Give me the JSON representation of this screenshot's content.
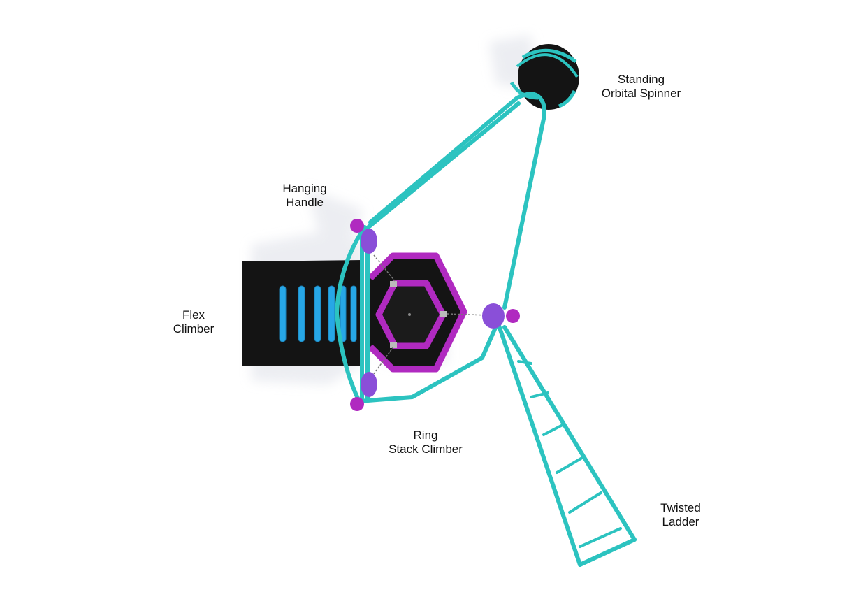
{
  "colors": {
    "teal": "#2cc3c0",
    "teal_dark": "#1a9c9a",
    "magenta": "#b02ac0",
    "purple": "#8a4fd8",
    "black": "#141414",
    "blue": "#27a7e6"
  },
  "labels": {
    "standing_orbital_spinner": {
      "line1": "Standing",
      "line2": "Orbital Spinner"
    },
    "hanging_handle": {
      "line1": "Hanging",
      "line2": "Handle"
    },
    "flex_climber": {
      "line1": "Flex",
      "line2": "Climber"
    },
    "ring_stack_climber": {
      "line1": "Ring",
      "line2": "Stack Climber"
    },
    "twisted_ladder": {
      "line1": "Twisted",
      "line2": "Ladder"
    }
  }
}
